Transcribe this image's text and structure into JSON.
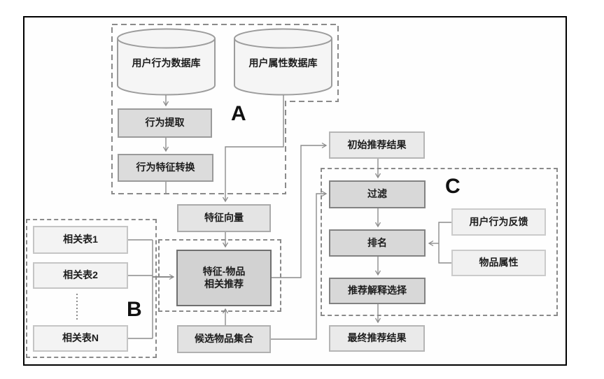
{
  "regions": {
    "a_label": "A",
    "b_label": "B",
    "c_label": "C"
  },
  "nodes": {
    "user_behavior_db": "用户行为数据库",
    "user_attr_db": "用户属性数据库",
    "behavior_extract": "行为提取",
    "behavior_feature_convert": "行为特征转换",
    "feature_vector": "特征向量",
    "related_table_1": "相关表1",
    "related_table_2": "相关表2",
    "related_table_n": "相关表N",
    "feature_item_rec_line1": "特征-物品",
    "feature_item_rec_line2": "相关推荐",
    "candidate_items": "候选物品集合",
    "initial_rec_result": "初始推荐结果",
    "filter": "过滤",
    "rank": "排名",
    "rec_explain_select": "推荐解释选择",
    "final_rec_result": "最终推荐结果",
    "user_behavior_feedback": "用户行为反馈",
    "item_attr": "物品属性"
  },
  "colors": {
    "frame_border": "#000000",
    "dashed_region": "#8a8a8a",
    "connector": "#8c8c8c",
    "process_fill": "#d8d8d8",
    "core_fill": "#d2d2d2",
    "result_fill": "#eaeaea",
    "table_fill": "#f3f3f3",
    "cylinder_fill": "#f5f5f5",
    "text": "#1c1c1c"
  }
}
